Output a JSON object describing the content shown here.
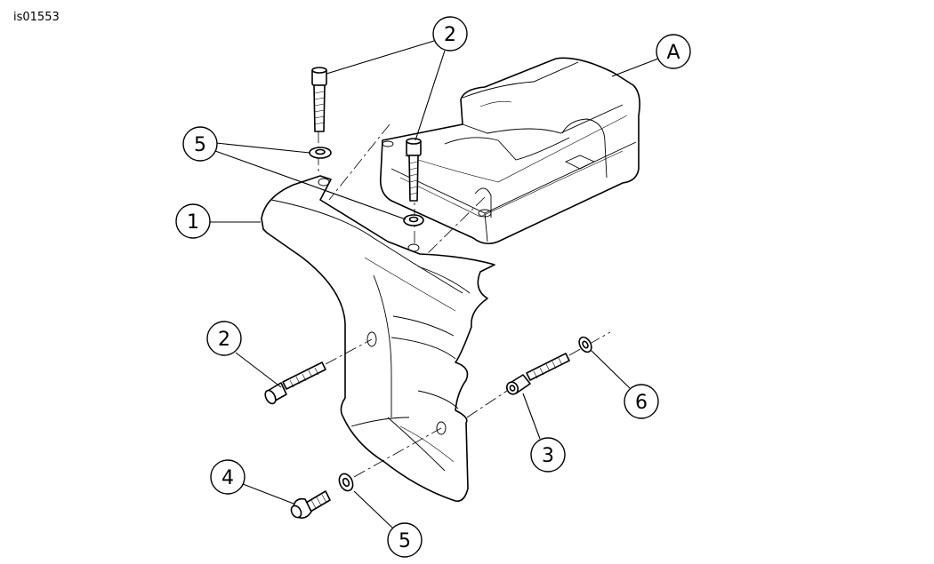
{
  "figure": {
    "reference_code": "is01553",
    "callouts": [
      {
        "label": "2"
      },
      {
        "label": "A"
      },
      {
        "label": "5"
      },
      {
        "label": "1"
      },
      {
        "label": "2"
      },
      {
        "label": "6"
      },
      {
        "label": "3"
      },
      {
        "label": "4"
      },
      {
        "label": "5"
      }
    ]
  }
}
